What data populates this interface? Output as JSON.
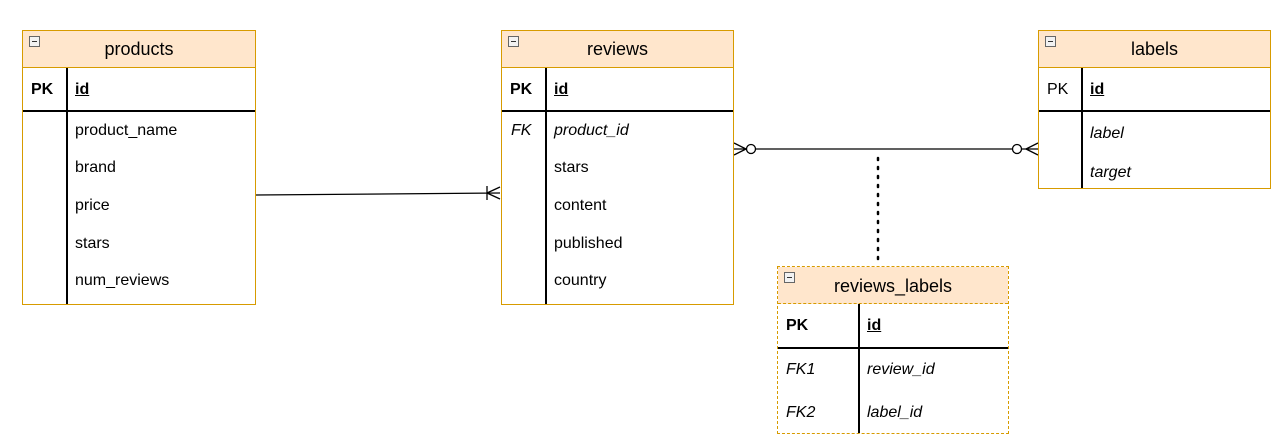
{
  "entities": {
    "products": {
      "title": "products",
      "pk": {
        "key": "PK",
        "name": "id"
      },
      "fields": [
        "product_name",
        "brand",
        "price",
        "stars",
        "num_reviews"
      ]
    },
    "reviews": {
      "title": "reviews",
      "pk": {
        "key": "PK",
        "name": "id"
      },
      "fk": {
        "key": "FK",
        "name": "product_id"
      },
      "fields": [
        "stars",
        "content",
        "published",
        "country"
      ]
    },
    "labels": {
      "title": "labels",
      "pk": {
        "key": "PK",
        "name": "id"
      },
      "fields": [
        "label",
        "target"
      ]
    },
    "reviews_labels": {
      "title": "reviews_labels",
      "pk": {
        "key": "PK",
        "name": "id"
      },
      "fk1": {
        "key": "FK1",
        "name": "review_id"
      },
      "fk2": {
        "key": "FK2",
        "name": "label_id"
      }
    }
  },
  "relationships": [
    {
      "from": "products",
      "to": "reviews",
      "from_end": "one",
      "to_end": "one-or-many"
    },
    {
      "from": "reviews",
      "to": "labels",
      "from_end": "zero-or-many",
      "to_end": "zero-or-many"
    },
    {
      "from": "reviews_labels",
      "to": "reviews-labels-link",
      "style": "dotted"
    }
  ],
  "colors": {
    "border": "#d79b00",
    "header_fill": "#ffe6cc",
    "line": "#000000"
  }
}
